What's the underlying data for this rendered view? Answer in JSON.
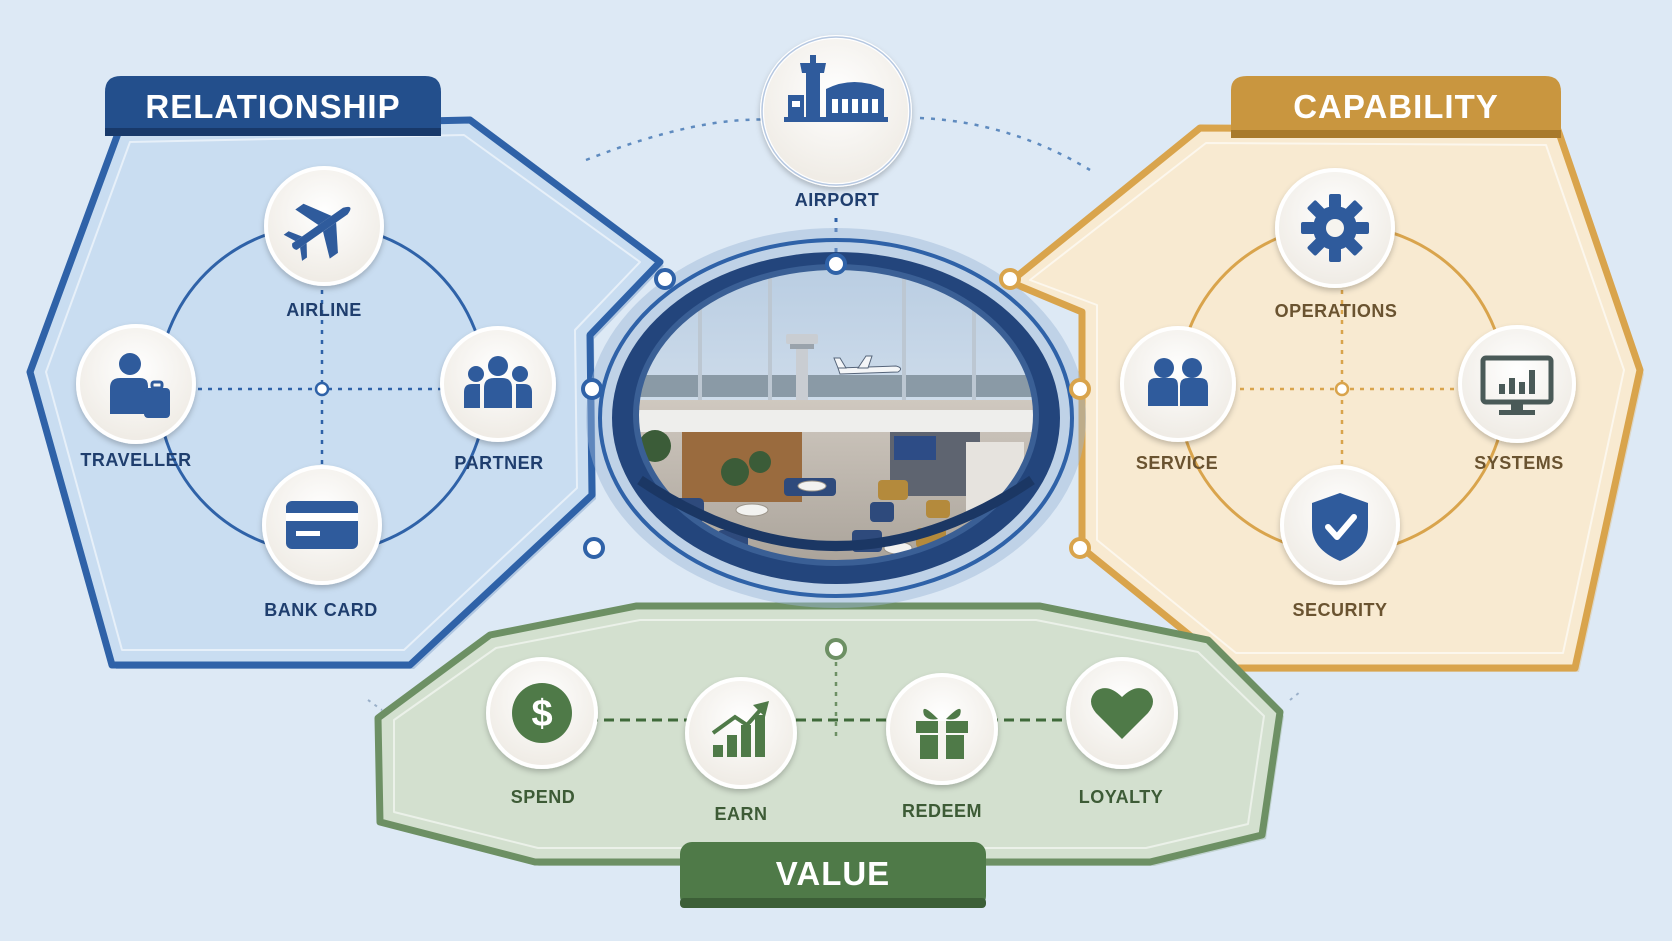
{
  "sections": {
    "relationship": {
      "title": "RELATIONSHIP",
      "nodes": [
        {
          "label": "AIRLINE",
          "icon": "airplane-icon"
        },
        {
          "label": "TRAVELLER",
          "icon": "traveller-luggage-icon"
        },
        {
          "label": "PARTNER",
          "icon": "partner-group-icon"
        },
        {
          "label": "BANK CARD",
          "icon": "bank-card-icon"
        }
      ]
    },
    "capability": {
      "title": "CAPABILITY",
      "nodes": [
        {
          "label": "OPERATIONS",
          "icon": "gear-icon"
        },
        {
          "label": "SERVICE",
          "icon": "people-icon"
        },
        {
          "label": "SYSTEMS",
          "icon": "monitor-chart-icon"
        },
        {
          "label": "SECURITY",
          "icon": "shield-check-icon"
        }
      ]
    },
    "value": {
      "title": "VALUE",
      "nodes": [
        {
          "label": "SPEND",
          "icon": "dollar-icon"
        },
        {
          "label": "EARN",
          "icon": "growth-chart-icon"
        },
        {
          "label": "REDEEM",
          "icon": "gift-icon"
        },
        {
          "label": "LOYALTY",
          "icon": "heart-icon"
        }
      ]
    }
  },
  "center": {
    "label": "AIRPORT",
    "icon": "airport-terminal-icon",
    "image": "airport-lounge-illustration"
  },
  "colors": {
    "background": "#dde9f5",
    "relationship": "#2f62a8",
    "relationship_title": "#234f8c",
    "capability": "#d9a44c",
    "capability_title": "#c9963f",
    "value": "#6d9064",
    "value_title": "#4f7a48",
    "hub": "#23457c"
  }
}
